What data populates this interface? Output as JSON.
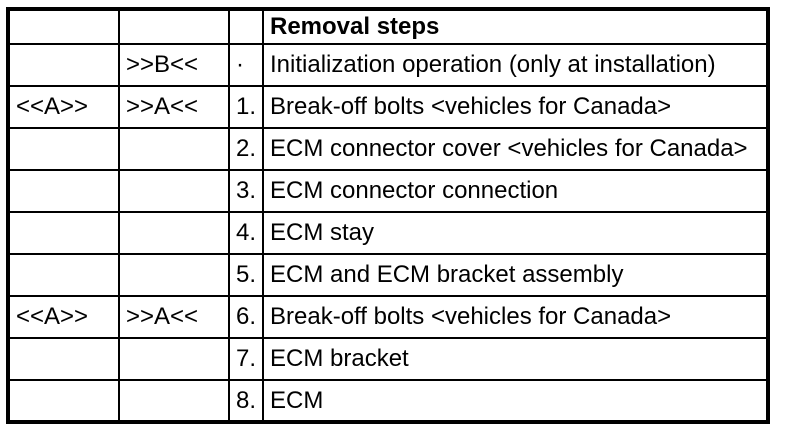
{
  "table": {
    "title": "Removal steps",
    "columns": [
      "mark-outer",
      "mark-inner",
      "step-number",
      "step-description"
    ],
    "rows": [
      {
        "c1": "",
        "c2": "",
        "num": "",
        "desc": "Removal steps"
      },
      {
        "c1": "",
        "c2": ">>B<<",
        "num": "·",
        "desc": "Initialization operation (only at installation)"
      },
      {
        "c1": "<<A>>",
        "c2": ">>A<<",
        "num": "1.",
        "desc": "Break-off bolts <vehicles for Canada>"
      },
      {
        "c1": "",
        "c2": "",
        "num": "2.",
        "desc": "ECM connector cover <vehicles for Canada>"
      },
      {
        "c1": "",
        "c2": "",
        "num": "3.",
        "desc": "ECM connector connection"
      },
      {
        "c1": "",
        "c2": "",
        "num": "4.",
        "desc": "ECM stay"
      },
      {
        "c1": "",
        "c2": "",
        "num": "5.",
        "desc": "ECM and ECM bracket assembly"
      },
      {
        "c1": "<<A>>",
        "c2": ">>A<<",
        "num": "6.",
        "desc": "Break-off bolts <vehicles for Canada>"
      },
      {
        "c1": "",
        "c2": "",
        "num": "7.",
        "desc": "ECM bracket"
      },
      {
        "c1": "",
        "c2": "",
        "num": "8.",
        "desc": "ECM"
      }
    ],
    "colors": {
      "border": "#000000",
      "text": "#000000",
      "background": "#ffffff"
    }
  }
}
